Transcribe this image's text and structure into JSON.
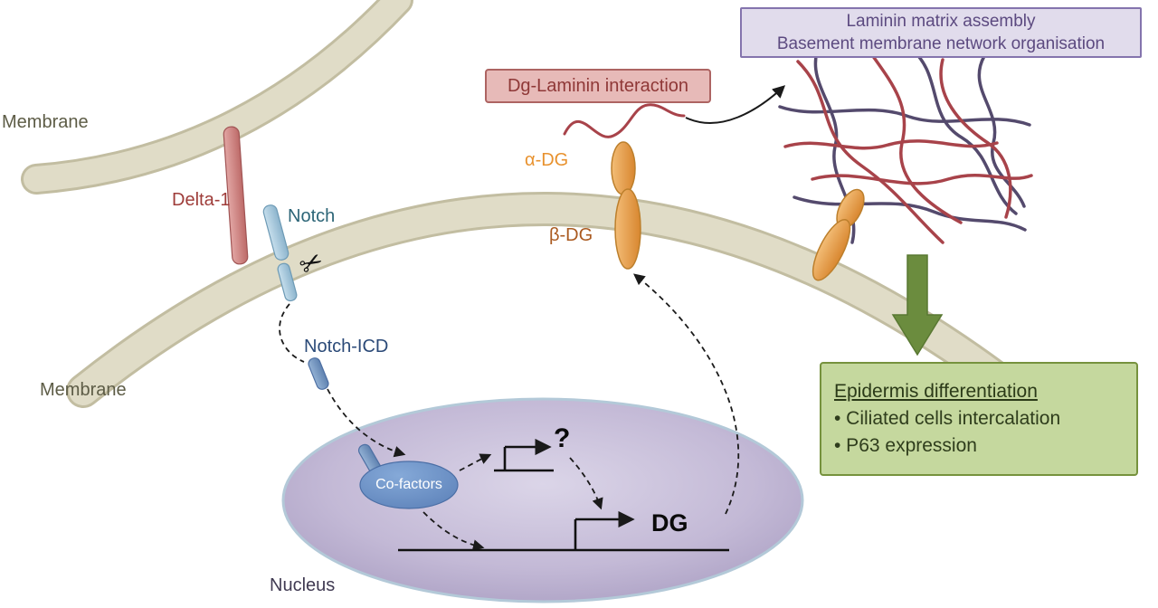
{
  "labels": {
    "membrane_top": "Membrane",
    "membrane_bottom": "Membrane",
    "delta1": "Delta-1",
    "notch": "Notch",
    "notch_icd": "Notch-ICD",
    "cofactors": "Co-factors",
    "nucleus": "Nucleus",
    "alpha_dg": "α-DG",
    "beta_dg": "β-DG",
    "dg_gene": "DG",
    "unknown_target": "?"
  },
  "icons": {
    "scissors": "✂"
  },
  "callouts": {
    "dg_laminin_interaction": "Dg-Laminin interaction",
    "laminin_assembly_line1": "Laminin matrix assembly",
    "laminin_assembly_line2": "Basement membrane network organisation",
    "epidermis_title": "Epidermis differentiation",
    "epidermis_bullet1": "• Ciliated cells intercalation",
    "epidermis_bullet2": "• P63 expression"
  },
  "colors": {
    "membrane": "#e0dcc7",
    "membrane_edge": "#c2bda1",
    "delta1": "#d98f8f",
    "notch": "#a9cadd",
    "notch_icd": "#7b9dc4",
    "cofactors": "#6b93c8",
    "nucleus": "#b2a5c8",
    "dg_orange": "#e9a45b",
    "laminin_red": "#a8434a",
    "laminin_purple": "#544a6d",
    "green_accent": "#76923d",
    "green_box_fill": "#c5d89e",
    "pink_box_fill": "#e7bab8",
    "lavender_box_fill": "#e1dcec"
  }
}
